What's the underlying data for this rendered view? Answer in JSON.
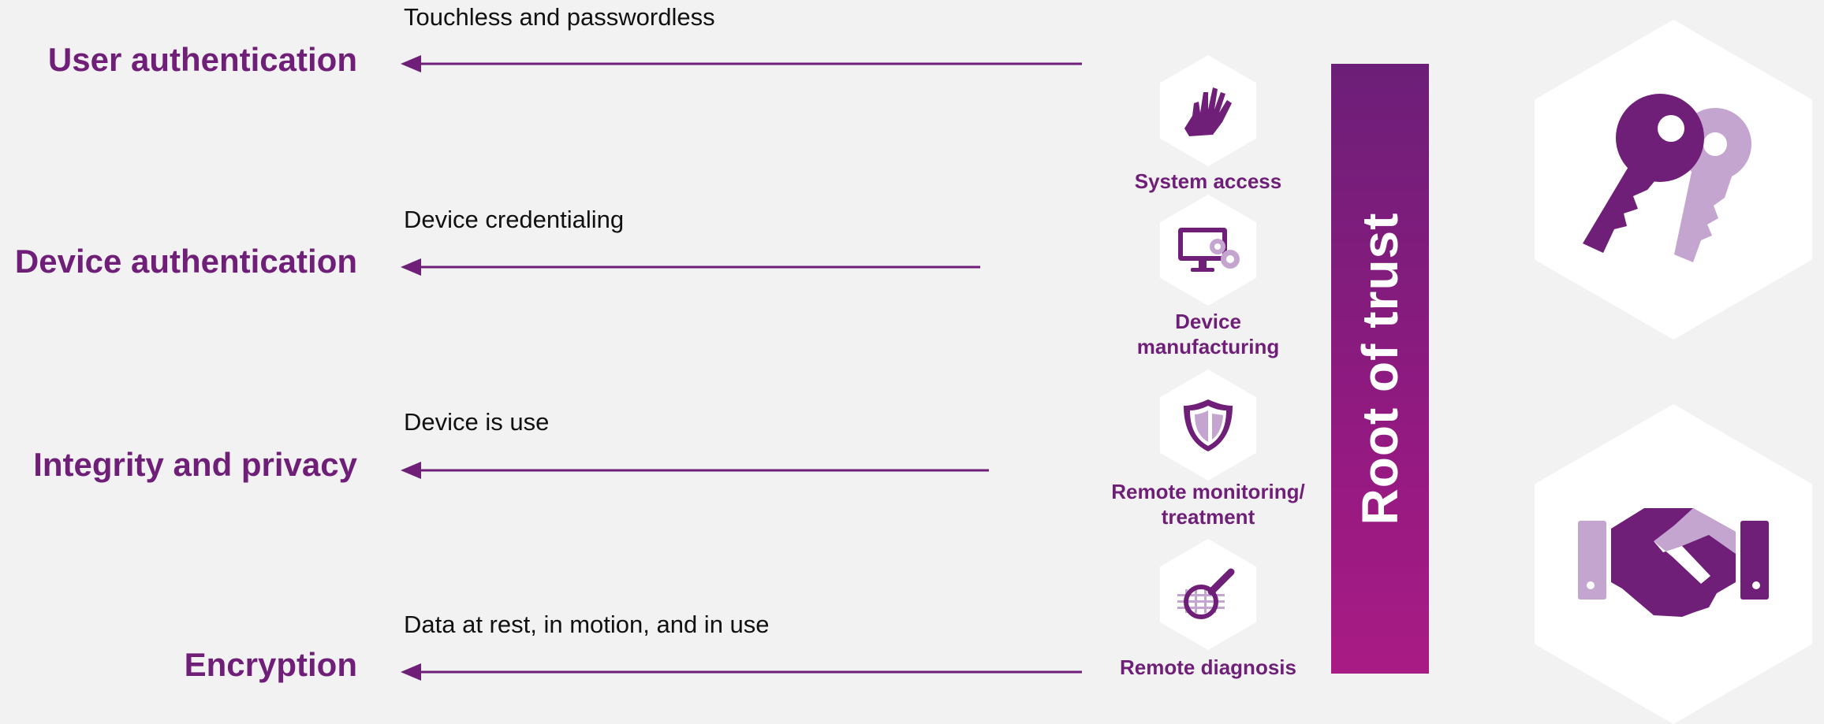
{
  "rows": [
    {
      "title": "User authentication",
      "subtitle": "Touchless and passwordless"
    },
    {
      "title": "Device authentication",
      "subtitle": "Device credentialing"
    },
    {
      "title": "Integrity and privacy",
      "subtitle": "Device is use"
    },
    {
      "title": "Encryption",
      "subtitle": "Data at rest, in motion, and in use"
    }
  ],
  "use_cases": [
    {
      "label_line1": "System access",
      "label_line2": "",
      "icon": "hand-icon"
    },
    {
      "label_line1": "Device",
      "label_line2": "manufacturing",
      "icon": "monitor-gears-icon"
    },
    {
      "label_line1": "Remote monitoring/",
      "label_line2": "treatment",
      "icon": "shield-icon"
    },
    {
      "label_line1": "Remote diagnosis",
      "label_line2": "",
      "icon": "magnifier-icon"
    }
  ],
  "root_of_trust": {
    "label": "Root of trust"
  },
  "big_icons": [
    "keys-icon",
    "handshake-icon"
  ],
  "colors": {
    "background": "#f2f2f2",
    "primary_purple": "#6f1f78",
    "light_purple": "#c4a5cf",
    "magenta": "#a91b85",
    "hex_fill": "#ffffff"
  }
}
